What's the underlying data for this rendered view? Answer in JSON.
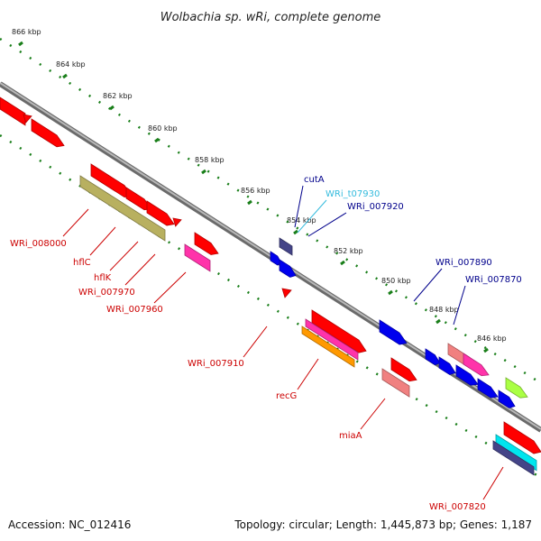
{
  "title": "Wolbachia sp. wRi, complete genome",
  "footer": {
    "accession": "Accession: NC_012416",
    "topology": "Topology: circular; Length: 1,445,873 bp; Genes: 1,187"
  },
  "colors": {
    "backbone": "#8a8a8a",
    "tick": "#1a7f1a",
    "red_label": "#cc0000",
    "blue_label": "#00008b",
    "cyan_label": "#33bbdd",
    "gene_red": "#ff0000",
    "gene_olive": "#b8b060",
    "gene_magenta": "#ff33aa",
    "gene_blue": "#0000ee",
    "gene_navy": "#444488",
    "gene_salmon": "#f08080",
    "gene_pink": "#ffaacc",
    "gene_orange": "#ff9900",
    "gene_cyan": "#00e5ee",
    "gene_lime": "#aaff44"
  },
  "scale": {
    "tick_labels": [
      "866 kbp",
      "864 kbp",
      "862 kbp",
      "860 kbp",
      "858 kbp",
      "856 kbp",
      "854 kbp",
      "852 kbp",
      "850 kbp",
      "848 kbp",
      "846 kbp"
    ]
  },
  "features": [
    {
      "label": "WRi_008000",
      "color": "red_label"
    },
    {
      "label": "hflC",
      "color": "red_label"
    },
    {
      "label": "hflK",
      "color": "red_label"
    },
    {
      "label": "WRi_007970",
      "color": "red_label"
    },
    {
      "label": "WRi_007960",
      "color": "red_label"
    },
    {
      "label": "WRi_007910",
      "color": "red_label"
    },
    {
      "label": "recG",
      "color": "red_label"
    },
    {
      "label": "miaA",
      "color": "red_label"
    },
    {
      "label": "WRi_007820",
      "color": "red_label"
    },
    {
      "label": "cutA",
      "color": "blue_label"
    },
    {
      "label": "WRi_t07930",
      "color": "cyan_label"
    },
    {
      "label": "WRi_007920",
      "color": "blue_label"
    },
    {
      "label": "WRi_007890",
      "color": "blue_label"
    },
    {
      "label": "WRi_007870",
      "color": "blue_label"
    }
  ]
}
